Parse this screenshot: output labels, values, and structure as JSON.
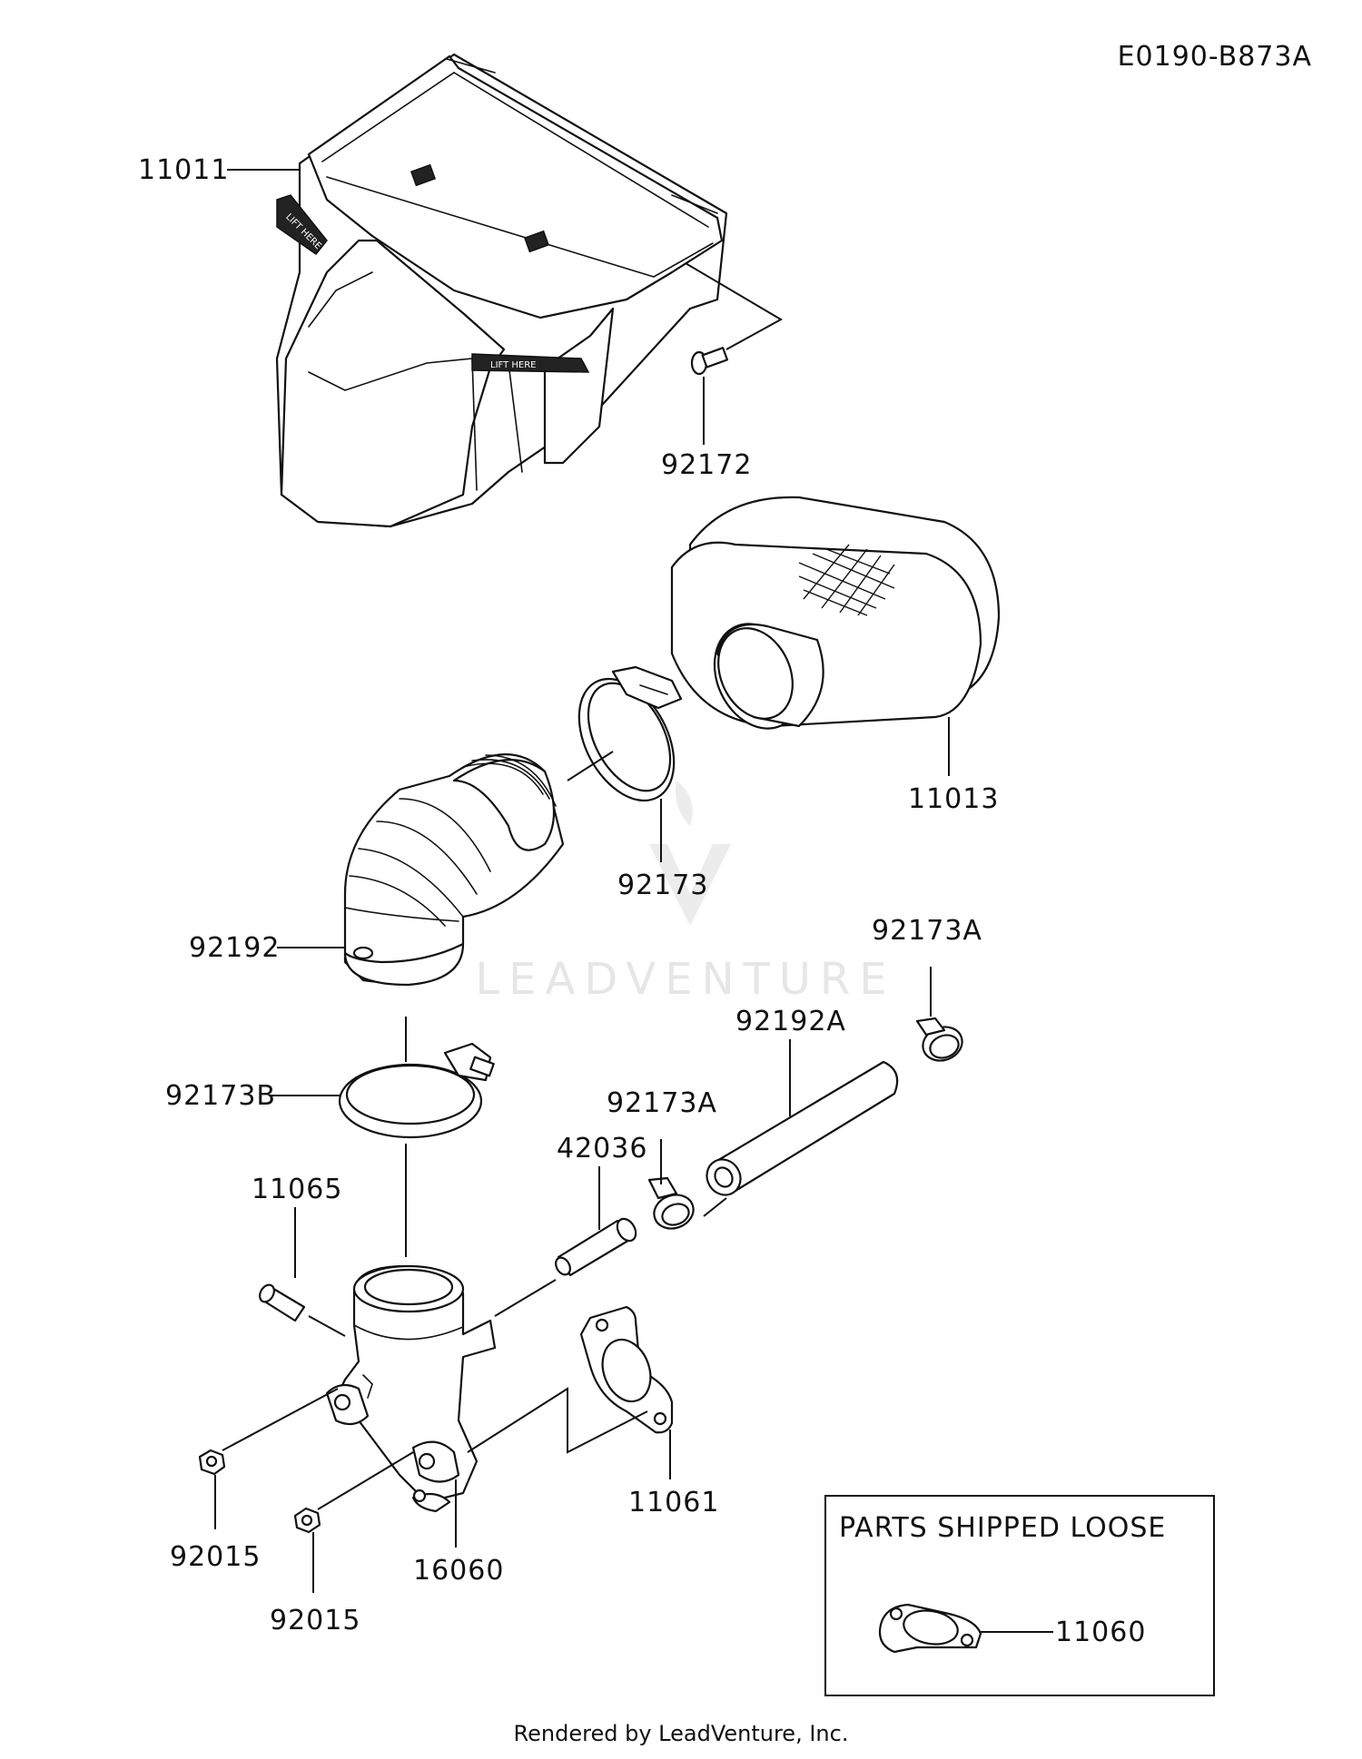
{
  "diagram_code": "E0190-B873A",
  "watermark": "LEADVENTURE",
  "footer": "Rendered by LeadVenture, Inc.",
  "loose_box_title": "PARTS SHIPPED LOOSE",
  "callouts": {
    "p11011": "11011",
    "p92172": "92172",
    "p11013": "11013",
    "p92173": "92173",
    "p92192": "92192",
    "p92173A_top": "92173A",
    "p92192A": "92192A",
    "p92173B": "92173B",
    "p92173A_mid": "92173A",
    "p42036": "42036",
    "p11065": "11065",
    "p11061": "11061",
    "p16060": "16060",
    "p92015_a": "92015",
    "p92015_b": "92015",
    "p11060": "11060"
  },
  "cover_text": "LIFT HERE"
}
